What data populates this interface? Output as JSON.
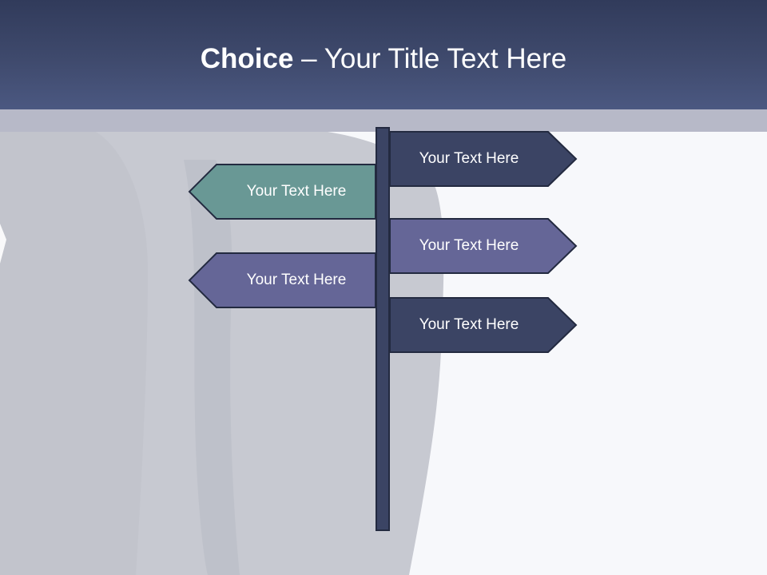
{
  "title": {
    "bold": "Choice",
    "rest": " – Your Title Text Here"
  },
  "signs": [
    {
      "label": "Your Text Here",
      "direction": "right",
      "color": "#3b4464"
    },
    {
      "label": "Your Text Here",
      "direction": "left",
      "color": "#699895"
    },
    {
      "label": "Your Text Here",
      "direction": "right",
      "color": "#656697"
    },
    {
      "label": "Your Text Here",
      "direction": "left",
      "color": "#656697"
    },
    {
      "label": "Your Text Here",
      "direction": "right",
      "color": "#3b4464"
    }
  ],
  "colors": {
    "header": "#3f4a6d",
    "band": "#b7b9c8",
    "pole": "#3b4464",
    "outline": "#232a40"
  }
}
